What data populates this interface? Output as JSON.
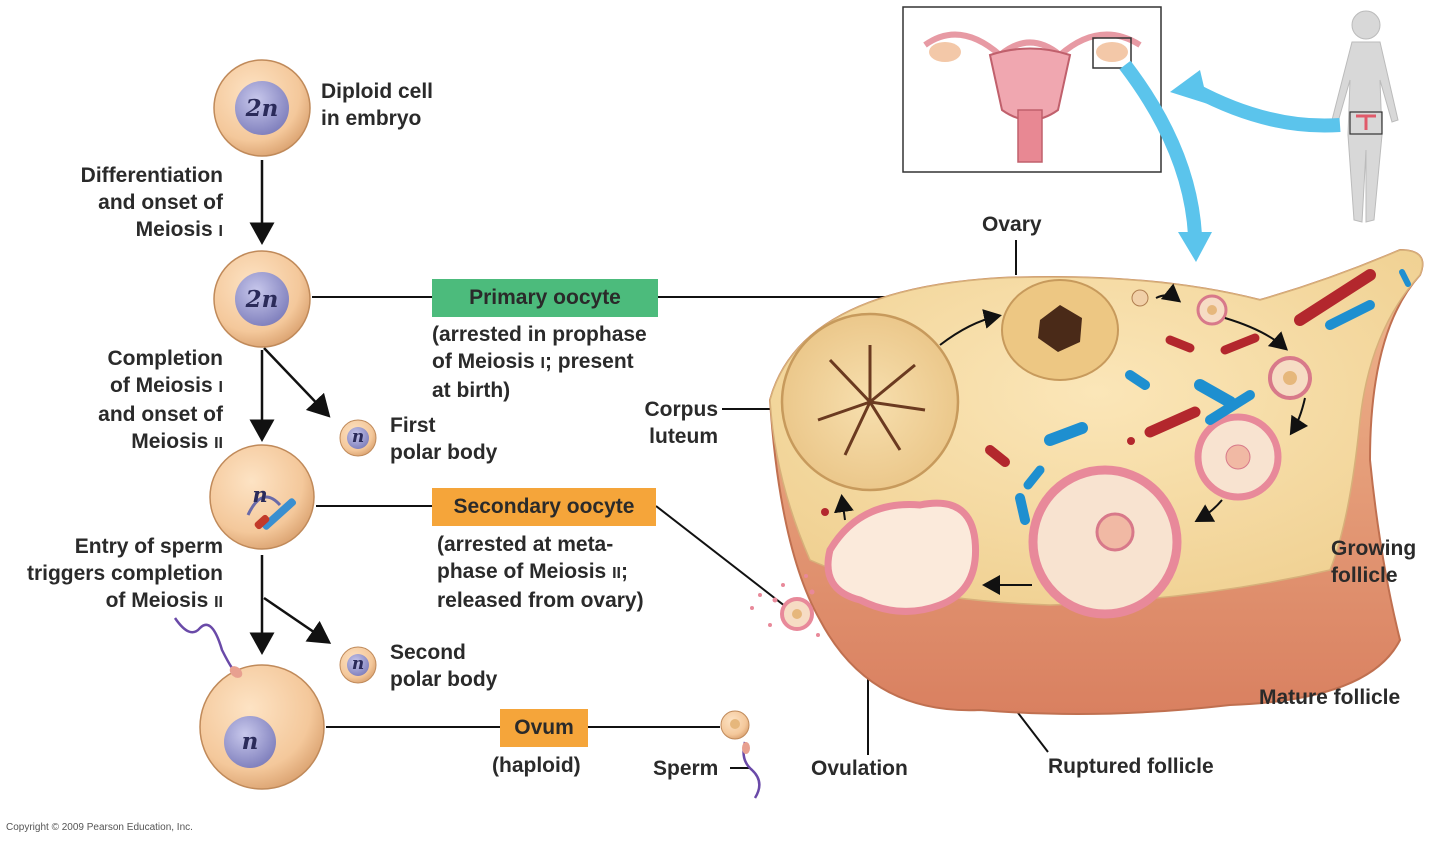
{
  "stages": {
    "diploid_cell": {
      "line1": "Diploid cell",
      "line2": "in embryo"
    },
    "step1": {
      "line1": "Differentiation",
      "line2": "and onset of",
      "line3": "Meiosis",
      "num": "I"
    },
    "step2": {
      "line1": "Completion",
      "line2a": "of Meiosis",
      "num2": "I",
      "line3": "and onset of",
      "line4a": "Meiosis",
      "num4": "II"
    },
    "step3": {
      "line1": "Entry of sperm",
      "line2": "triggers completion",
      "line3a": "of Meiosis",
      "num3": "II"
    }
  },
  "cells": {
    "diploid": "2n",
    "primary": "2n",
    "first_polar": "n",
    "secondary": "n",
    "second_polar": "n",
    "ovum": "n"
  },
  "boxes": {
    "primary_oocyte": {
      "title": "Primary oocyte",
      "d1": "(arrested in prophase",
      "d2a": "of Meiosis",
      "d2num": "I",
      "d2b": "; present",
      "d3": "at birth)"
    },
    "secondary_oocyte": {
      "title": "Secondary oocyte",
      "d1": "(arrested at meta-",
      "d2a": "phase of Meiosis",
      "d2num": "II",
      "d2b": ";",
      "d3": "released from ovary)"
    },
    "ovum": {
      "title": "Ovum",
      "d1": "(haploid)"
    }
  },
  "polar_bodies": {
    "first": {
      "line1": "First",
      "line2": "polar body"
    },
    "second": {
      "line1": "Second",
      "line2": "polar body"
    }
  },
  "ovary_labels": {
    "ovary": "Ovary",
    "corpus_luteum_1": "Corpus",
    "corpus_luteum_2": "luteum",
    "growing_follicle_1": "Growing",
    "growing_follicle_2": "follicle",
    "mature_follicle": "Mature follicle",
    "ruptured_follicle": "Ruptured follicle",
    "ovulation": "Ovulation",
    "sperm": "Sperm"
  },
  "copyright": "Copyright © 2009 Pearson Education, Inc.",
  "colors": {
    "cell_fill": "#f4c89b",
    "nucleus_fill": "#8c8cc8",
    "primary_box": "#4cbb7c",
    "secondary_box": "#f5a53a",
    "ovary_fill": "#f5d9a0",
    "arrow_blue": "#5bc4ec",
    "vessel_red": "#b3272d",
    "vessel_blue": "#1e8fd0",
    "follicle_pink": "#e8899a"
  }
}
